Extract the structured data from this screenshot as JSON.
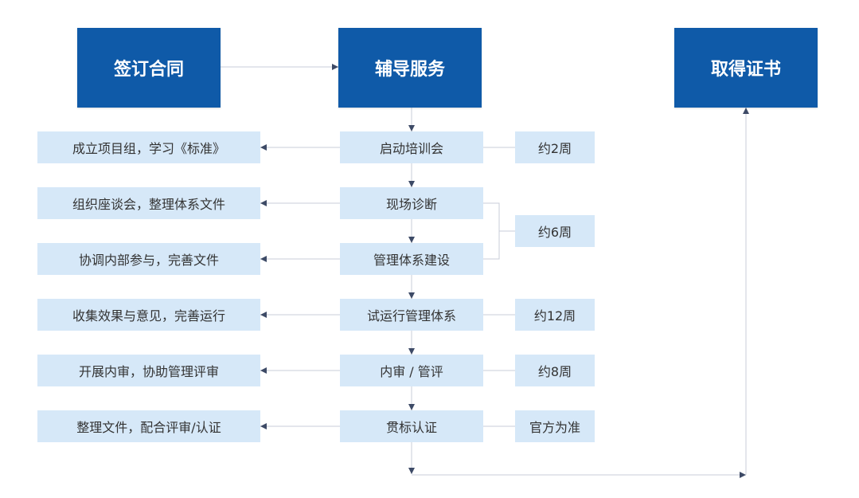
{
  "main": {
    "sign_contract": "签订合同",
    "guidance_service": "辅导服务",
    "get_certificate": "取得证书"
  },
  "steps": [
    {
      "label": "启动培训会",
      "task": "成立项目组，学习《标准》"
    },
    {
      "label": "现场诊断",
      "task": "组织座谈会，整理体系文件"
    },
    {
      "label": "管理体系建设",
      "task": "协调内部参与，完善文件"
    },
    {
      "label": "试运行管理体系",
      "task": "收集效果与意见，完善运行"
    },
    {
      "label": "内审 / 管评",
      "task": "开展内审，协助管理评审"
    },
    {
      "label": "贯标认证",
      "task": "整理文件，配合评审/认证"
    }
  ],
  "durations": [
    "约2周",
    "约6周",
    "约12周",
    "约8周",
    "官方为准"
  ],
  "colors": {
    "main_box": "#0f5aa8",
    "sub_box": "#d6e8f8",
    "connector_line": "#c8ced8",
    "arrow_head": "#3d4a66"
  }
}
